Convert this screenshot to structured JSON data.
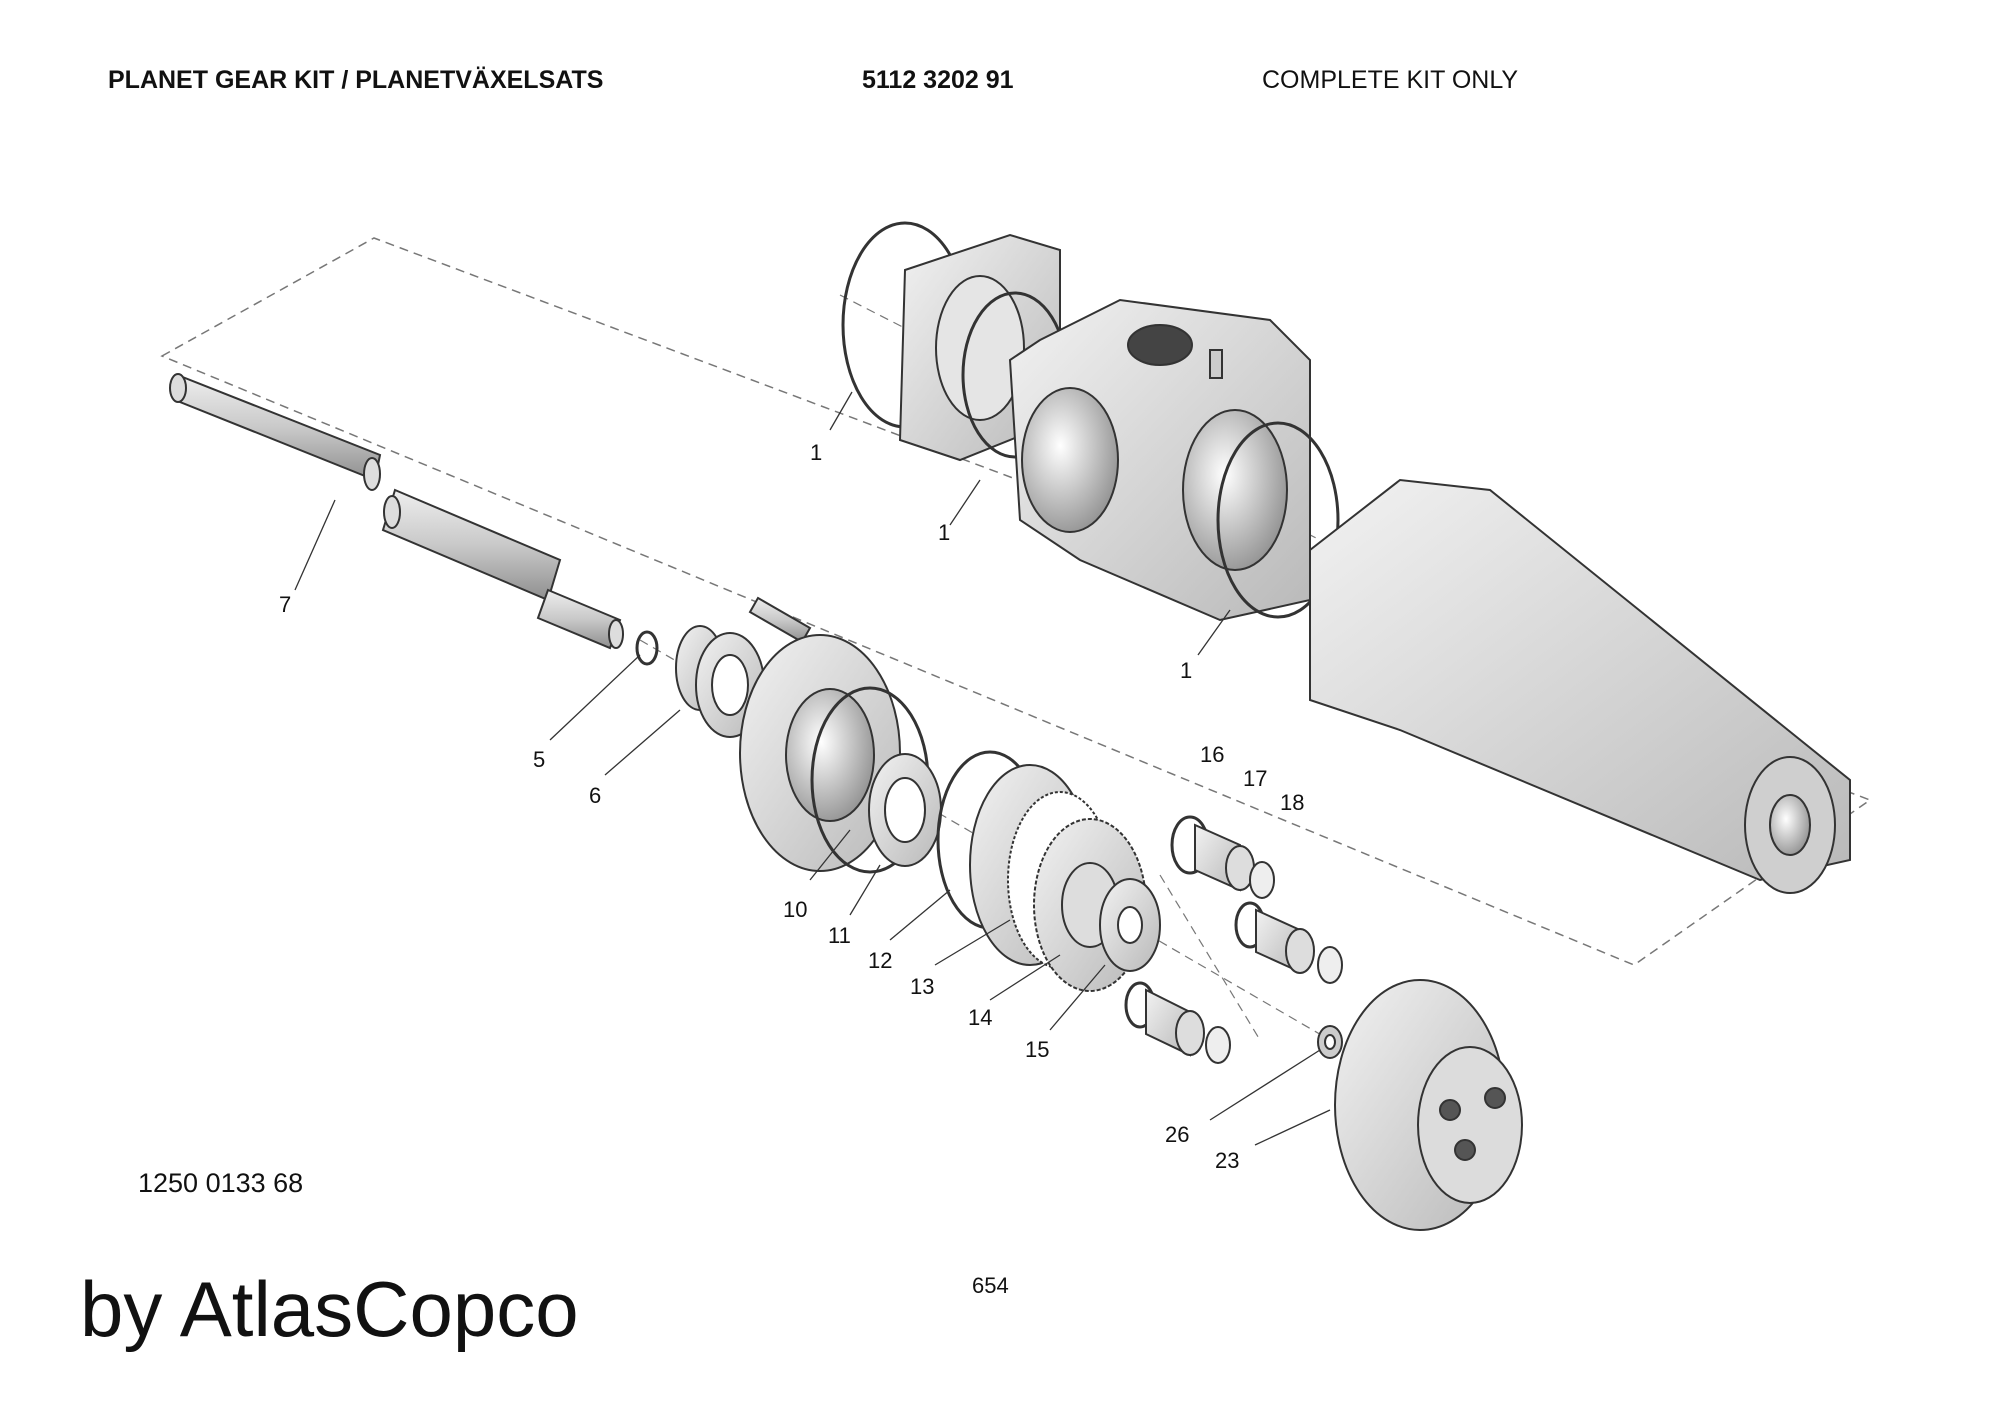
{
  "header": {
    "title": "PLANET GEAR KIT / PLANETVÄXELSATS",
    "kit_number": "5112 3202 91",
    "note": "COMPLETE KIT ONLY"
  },
  "callouts": [
    "1",
    "1",
    "1",
    "7",
    "5",
    "6",
    "10",
    "11",
    "12",
    "13",
    "14",
    "15",
    "16",
    "17",
    "18",
    "26",
    "23"
  ],
  "footer": {
    "drawing_number": "1250 0133 68",
    "page_number": "654",
    "brand": "by AtlasCopco"
  }
}
